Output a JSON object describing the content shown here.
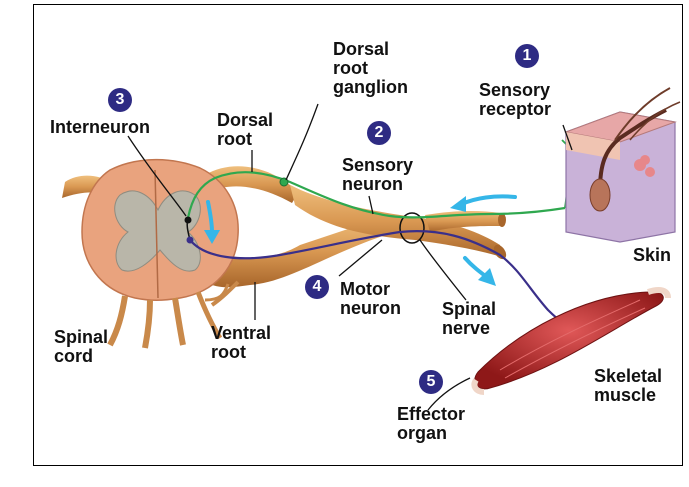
{
  "labels": {
    "dorsal_root_ganglion": "Dorsal\nroot\nganglion",
    "sensory_receptor": "Sensory\nreceptor",
    "interneuron": "Interneuron",
    "dorsal_root": "Dorsal\nroot",
    "sensory_neuron": "Sensory\nneuron",
    "skin": "Skin",
    "motor_neuron": "Motor\nneuron",
    "spinal_nerve": "Spinal\nnerve",
    "spinal_cord": "Spinal\ncord",
    "ventral_root": "Ventral\nroot",
    "skeletal_muscle": "Skeletal\nmuscle",
    "effector_organ": "Effector\norgan"
  },
  "steps": [
    "1",
    "2",
    "3",
    "4",
    "5"
  ],
  "colors": {
    "step_badge": "#2e2b83",
    "nerve": "#d79a52",
    "spinal_cord_outer": "#e8a47e",
    "gray_matter": "#b8b5a8",
    "sensory_neuron": "#2fa84f",
    "motor_neuron": "#3a2f8a",
    "impulse_arrow": "#35b6e8",
    "skin": "#c9b2d8",
    "muscle": "#b62a2a"
  }
}
